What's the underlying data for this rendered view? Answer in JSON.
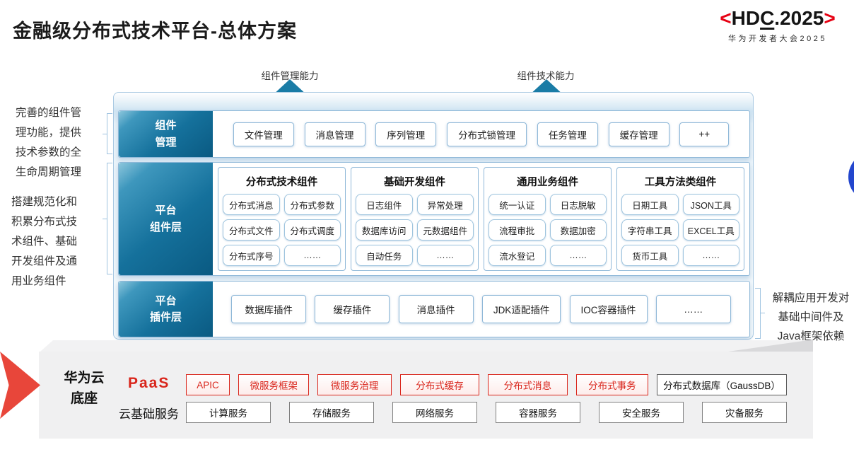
{
  "title": "金融级分布式技术平台-总体方案",
  "logo": {
    "left_bracket": "<",
    "text_head": "HD",
    "text_underlined": "C",
    "text_tail": ".2025",
    "right_bracket": ">",
    "subtitle": "华为开发者大会2025"
  },
  "top_arrows": [
    {
      "label": "组件管理能力"
    },
    {
      "label": "组件技术能力"
    }
  ],
  "left_notes": [
    {
      "lines": [
        "完善的组件管",
        "理功能，提供",
        "技术参数的全",
        "生命周期管理"
      ]
    },
    {
      "lines": [
        "搭建规范化和",
        "积累分布式技",
        "术组件、基础",
        "开发组件及通",
        "用业务组件"
      ]
    }
  ],
  "right_note": {
    "lines": [
      "解耦应用开发对",
      "基础中间件及",
      "Java框架依赖"
    ]
  },
  "layers": {
    "component_management": {
      "label_lines": [
        "组件",
        "管理"
      ],
      "items": [
        "文件管理",
        "消息管理",
        "序列管理",
        "分布式锁管理",
        "任务管理",
        "缓存管理",
        "++"
      ]
    },
    "platform_components": {
      "label_lines": [
        "平台",
        "组件层"
      ],
      "groups": [
        {
          "title": "分布式技术组件",
          "items": [
            "分布式消息",
            "分布式参数",
            "分布式文件",
            "分布式调度",
            "分布式序号",
            "……"
          ]
        },
        {
          "title": "基础开发组件",
          "items": [
            "日志组件",
            "异常处理",
            "数据库访问",
            "元数据组件",
            "自动任务",
            "……"
          ]
        },
        {
          "title": "通用业务组件",
          "items": [
            "统一认证",
            "日志脱敏",
            "流程审批",
            "数据加密",
            "流水登记",
            "……"
          ]
        },
        {
          "title": "工具方法类组件",
          "items": [
            "日期工具",
            "JSON工具",
            "字符串工具",
            "EXCEL工具",
            "货币工具",
            "……"
          ]
        }
      ]
    },
    "platform_plugins": {
      "label_lines": [
        "平台",
        "插件层"
      ],
      "items": [
        "数据库插件",
        "缓存插件",
        "消息插件",
        "JDK适配插件",
        "IOC容器插件",
        "……"
      ]
    }
  },
  "foundation": {
    "platform_lines": [
      "华为云",
      "底座"
    ],
    "paas_label": "PaaS",
    "paas_items": [
      "APIC",
      "微服务框架",
      "微服务治理",
      "分布式缓存",
      "分布式消息",
      "分布式事务"
    ],
    "paas_item_black": "分布式数据库（GaussDB）",
    "cloud_label": "云基础服务",
    "cloud_items": [
      "计算服务",
      "存储服务",
      "网络服务",
      "容器服务",
      "安全服务",
      "灾备服务"
    ]
  },
  "colors": {
    "accent_red": "#d9261c",
    "hdc_red": "#e60012",
    "teal_dark": "#0a5a82",
    "teal_arrow": "#1a7ca6",
    "border_blue": "#8fb8d8",
    "circle_blue": "#2346cd",
    "panel_gray": "#f0f0f1"
  }
}
